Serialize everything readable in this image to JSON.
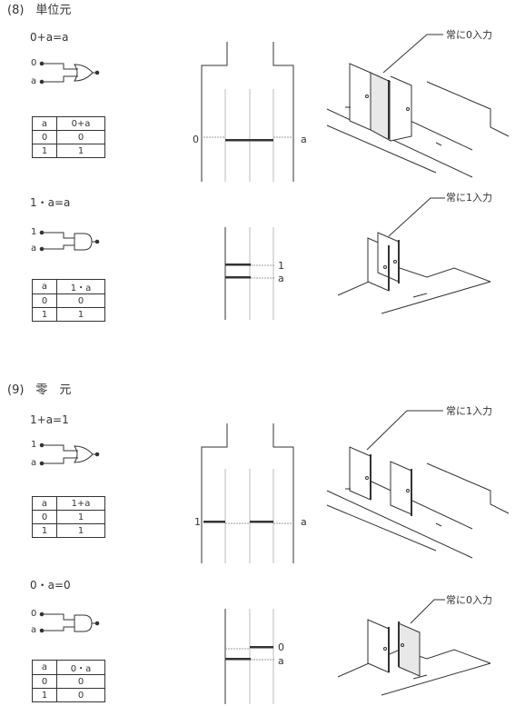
{
  "sections": [
    {
      "title": "(8)　単位元",
      "blocks": [
        {
          "equation": "0+a=a",
          "gate": "or",
          "inputs": [
            "0",
            "a"
          ],
          "table": {
            "headers": [
              "a",
              "0+a"
            ],
            "rows": [
              [
                "0",
                "0"
              ],
              [
                "1",
                "1"
              ]
            ]
          },
          "door_labels": [
            "0",
            "a"
          ],
          "callout": "常に0入力"
        },
        {
          "equation": "1・a=a",
          "gate": "and",
          "inputs": [
            "1",
            "a"
          ],
          "table": {
            "headers": [
              "a",
              "1・a"
            ],
            "rows": [
              [
                "0",
                "0"
              ],
              [
                "1",
                "1"
              ]
            ]
          },
          "door_labels": [
            "1",
            "a"
          ],
          "callout": "常に1入力"
        }
      ]
    },
    {
      "title": "(9)　零　元",
      "blocks": [
        {
          "equation": "1+a=1",
          "gate": "or",
          "inputs": [
            "1",
            "a"
          ],
          "table": {
            "headers": [
              "a",
              "1+a"
            ],
            "rows": [
              [
                "0",
                "1"
              ],
              [
                "1",
                "1"
              ]
            ]
          },
          "door_labels": [
            "1",
            "a"
          ],
          "callout": "常に1入力"
        },
        {
          "equation": "0・a=0",
          "gate": "and",
          "inputs": [
            "0",
            "a"
          ],
          "table": {
            "headers": [
              "a",
              "0・a"
            ],
            "rows": [
              [
                "0",
                "0"
              ],
              [
                "1",
                "0"
              ]
            ]
          },
          "door_labels": [
            "0",
            "a"
          ],
          "callout": "常に0入力"
        }
      ]
    }
  ]
}
